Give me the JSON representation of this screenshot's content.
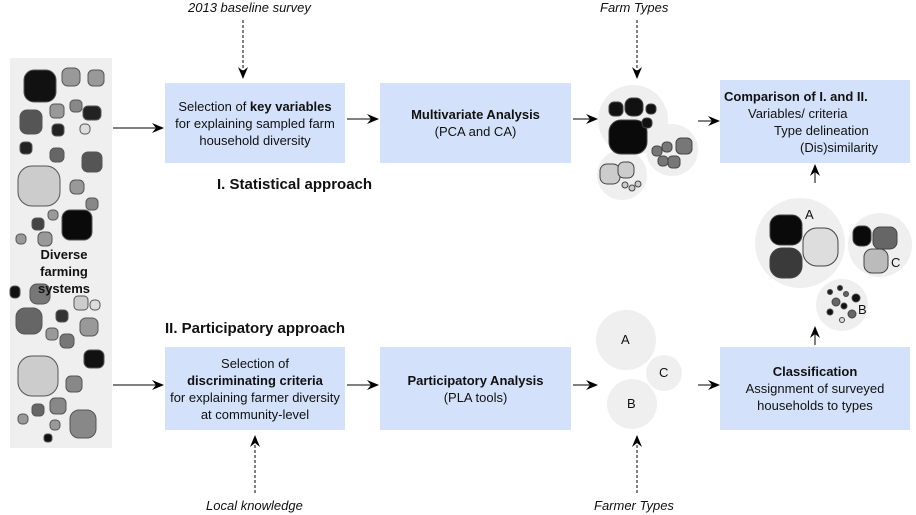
{
  "left_panel": {
    "title": "Diverse farming systems"
  },
  "inputs": {
    "top_left": "2013 baseline survey",
    "top_right": "Farm Types",
    "bottom_left": "Local knowledge",
    "bottom_right": "Farmer Types"
  },
  "statistical": {
    "heading": "I. Statistical approach",
    "selection": {
      "pre": "Selection of ",
      "bold": "key variables",
      "rest1": "for explaining sampled farm",
      "rest2": "household diversity"
    },
    "analysis": {
      "title": "Multivariate Analysis",
      "sub": "(PCA and CA)"
    }
  },
  "participatory": {
    "heading": "II. Participatory approach",
    "selection": {
      "pre": "Selection of",
      "bold": "discriminating criteria",
      "rest1": "for explaining farmer diversity",
      "rest2": "at community-level"
    },
    "analysis": {
      "title": "Participatory Analysis",
      "sub": "(PLA tools)"
    }
  },
  "comparison": {
    "title": "Comparison of I. and II.",
    "line1": "Variables/ criteria",
    "line2": "Type delineation",
    "line3": "(Dis)similarity"
  },
  "classification": {
    "title": "Classification",
    "line1": "Assignment of surveyed",
    "line2": "households to types"
  },
  "clusters": {
    "a": "A",
    "b": "B",
    "c": "C"
  },
  "colors": {
    "box": "#d3e2fa",
    "panel": "#efefef",
    "cluster": "#efefef"
  }
}
